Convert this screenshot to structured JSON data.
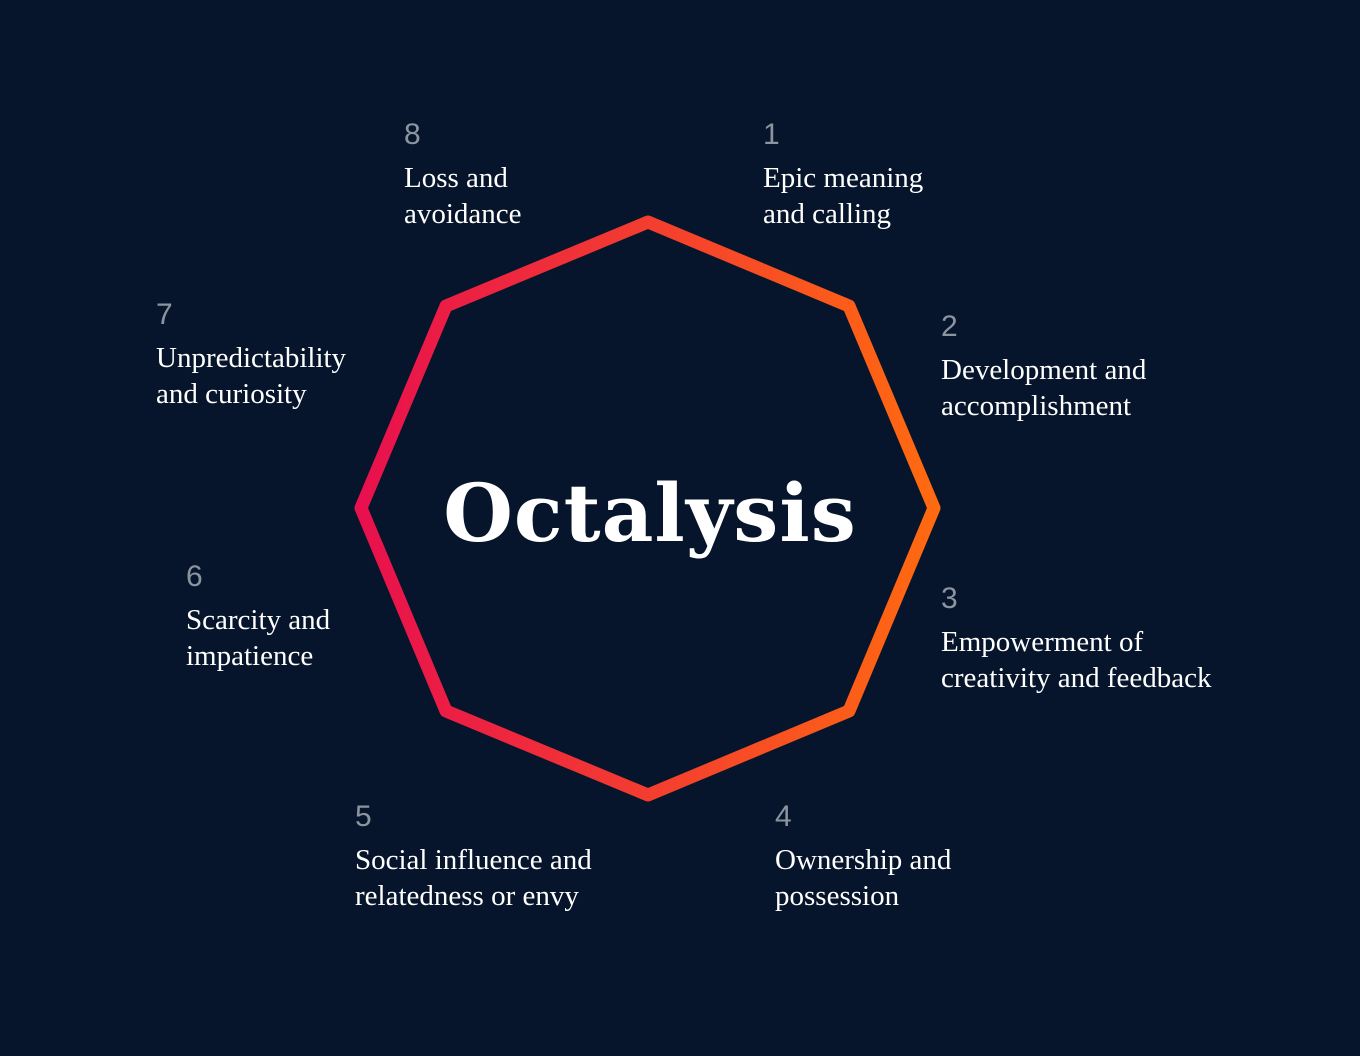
{
  "title": "Octalysis",
  "colors": {
    "background": "#06152b",
    "label_text": "#ffffff",
    "number_text": "#8c94a0",
    "gradient_orange": "#ff6a10",
    "gradient_red": "#e8104e"
  },
  "drives": [
    {
      "number": "1",
      "line1": "Epic meaning",
      "line2": "and calling"
    },
    {
      "number": "2",
      "line1": "Development and",
      "line2": "accomplishment"
    },
    {
      "number": "3",
      "line1": "Empowerment of",
      "line2": "creativity and feedback"
    },
    {
      "number": "4",
      "line1": "Ownership and",
      "line2": "possession"
    },
    {
      "number": "5",
      "line1": "Social influence and",
      "line2": "relatedness or envy"
    },
    {
      "number": "6",
      "line1": "Scarcity and",
      "line2": "impatience"
    },
    {
      "number": "7",
      "line1": "Unpredictability",
      "line2": "and curiosity"
    },
    {
      "number": "8",
      "line1": "Loss and",
      "line2": "avoidance"
    }
  ]
}
